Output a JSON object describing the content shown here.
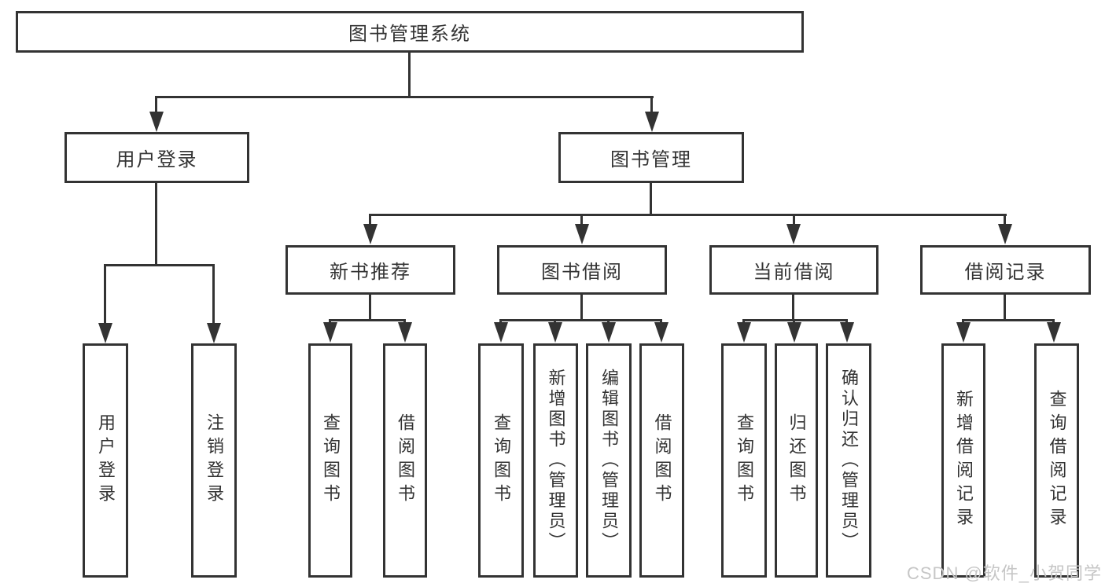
{
  "tree": {
    "root": {
      "label": "图书管理系统"
    },
    "branches": [
      {
        "label": "用户登录",
        "children": [
          {
            "label": "用户登录"
          },
          {
            "label": "注销登录"
          }
        ]
      },
      {
        "label": "图书管理",
        "children": [
          {
            "label": "新书推荐",
            "children": [
              {
                "label": "查询图书"
              },
              {
                "label": "借阅图书"
              }
            ]
          },
          {
            "label": "图书借阅",
            "children": [
              {
                "label": "查询图书"
              },
              {
                "label": "新增图书（管理员）"
              },
              {
                "label": "编辑图书（管理员）"
              },
              {
                "label": "借阅图书"
              }
            ]
          },
          {
            "label": "当前借阅",
            "children": [
              {
                "label": "查询图书"
              },
              {
                "label": "归还图书"
              },
              {
                "label": "确认归还（管理员）"
              }
            ]
          },
          {
            "label": "借阅记录",
            "children": [
              {
                "label": "新增借阅记录"
              },
              {
                "label": "查询借阅记录"
              }
            ]
          }
        ]
      }
    ]
  },
  "watermark": {
    "text": "CSDN @软件_小贺同学"
  },
  "colors": {
    "line": "#333333",
    "text": "#333333",
    "background": "#ffffff",
    "watermark": "#c6c6c6"
  }
}
